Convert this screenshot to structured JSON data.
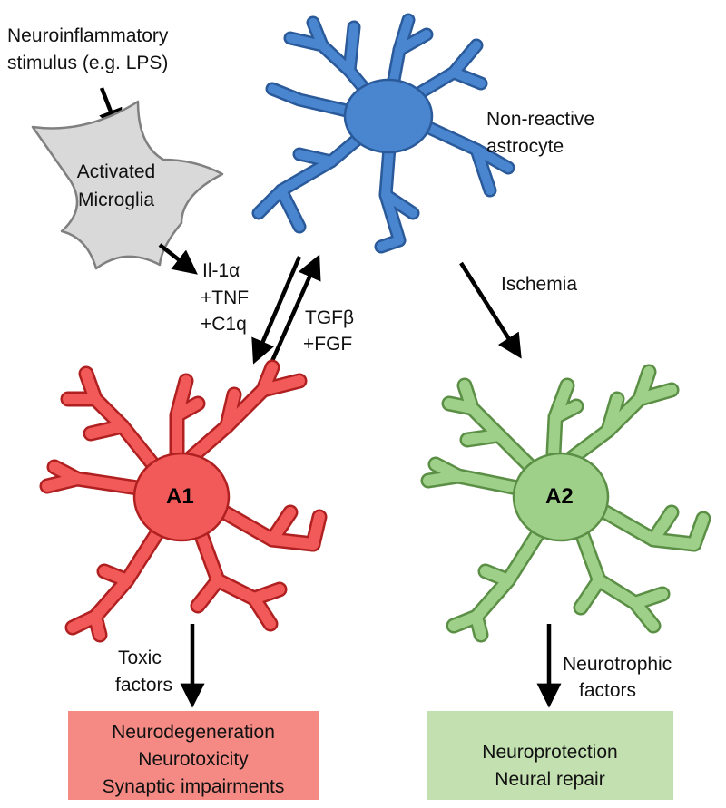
{
  "stimulus": {
    "line1": "Neuroinflammatory",
    "line2": "stimulus (e.g. LPS)"
  },
  "microglia": {
    "line1": "Activated",
    "line2": "Microglia"
  },
  "nonreactive": {
    "line1": "Non-reactive",
    "line2": "astrocyte"
  },
  "a1_signals": {
    "line1": "Il-1α",
    "line2": "+TNF",
    "line3": "+C1q"
  },
  "reverse_signals": {
    "line1": "TGFβ",
    "line2": "+FGF"
  },
  "ischemia": "Ischemia",
  "a1": {
    "label": "A1",
    "factors_line1": "Toxic",
    "factors_line2": "factors",
    "outcome_line1": "Neurodegeneration",
    "outcome_line2": "Neurotoxicity",
    "outcome_line3": "Synaptic impairments"
  },
  "a2": {
    "label": "A2",
    "factors_line1": "Neurotrophic",
    "factors_line2": "factors",
    "outcome_line1": "Neuroprotection",
    "outcome_line2": "Neural repair"
  },
  "colors": {
    "blue_fill": "#4a86cf",
    "blue_stroke": "#2a5a9a",
    "red_fill": "#f25a5a",
    "red_stroke": "#b02020",
    "green_fill": "#9fd08a",
    "green_stroke": "#5a8f45",
    "microglia_fill": "#d9d9d9",
    "microglia_stroke": "#808080",
    "red_box": "#f58a84",
    "green_box": "#c2e0b0"
  }
}
